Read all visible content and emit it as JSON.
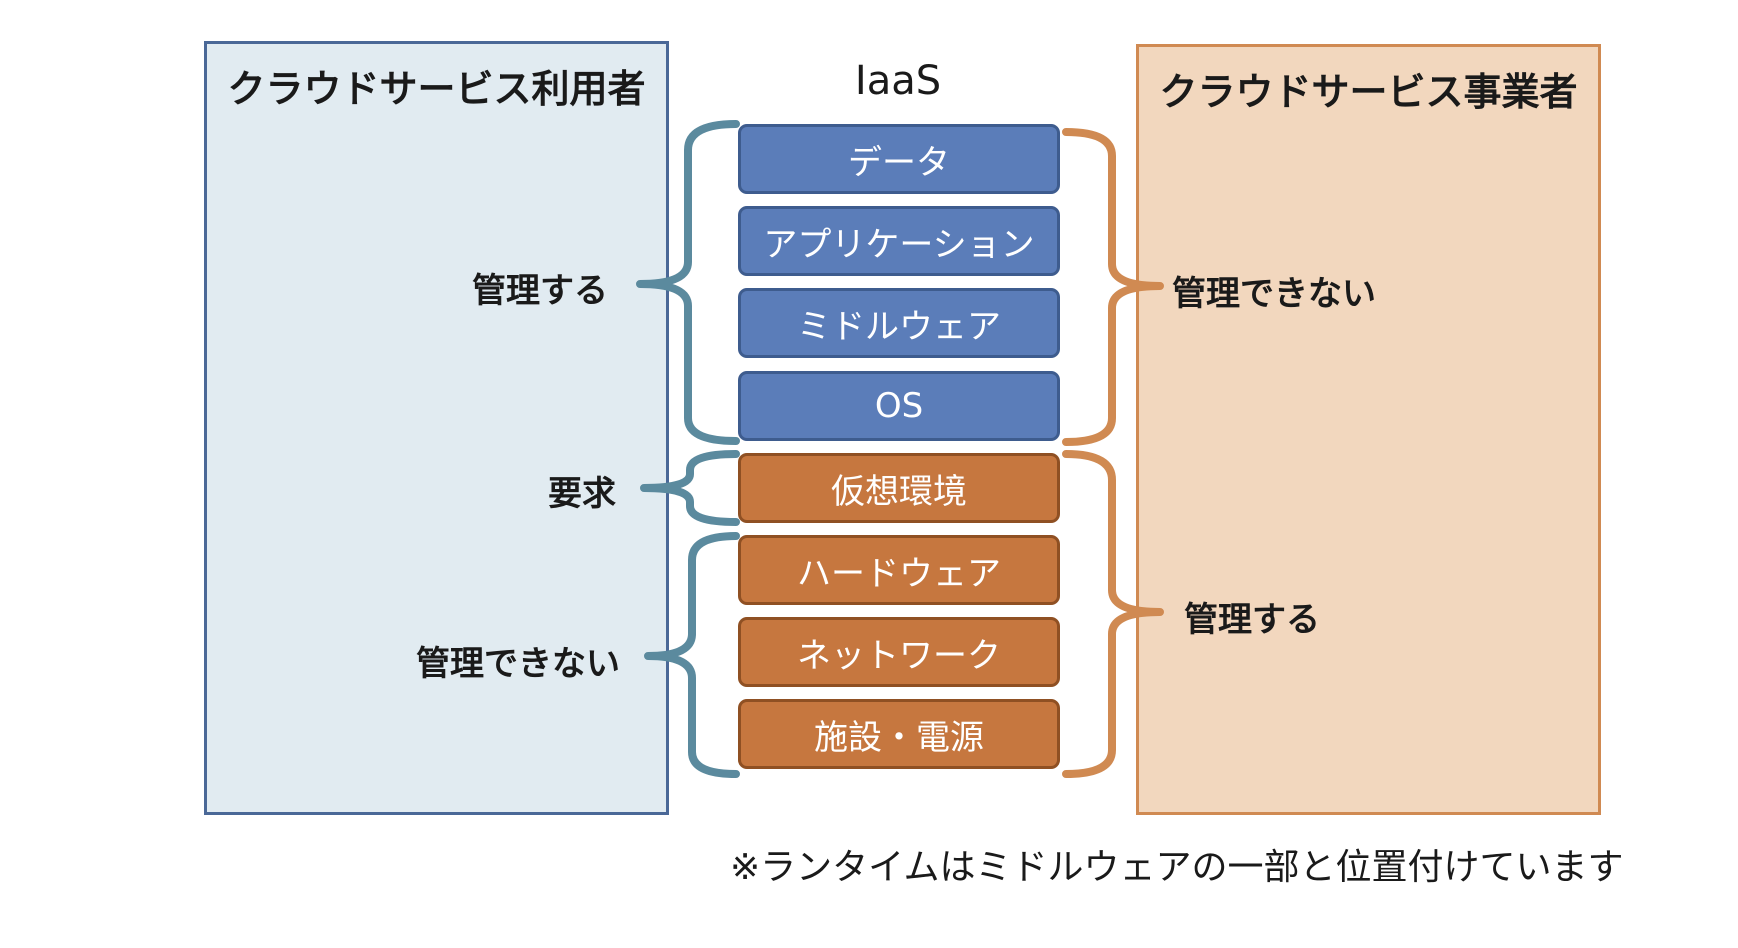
{
  "user_panel": {
    "title": "クラウドサービス利用者"
  },
  "provider_panel": {
    "title": "クラウドサービス事業者"
  },
  "stack": {
    "title": "IaaS",
    "layers": [
      {
        "label": "データ",
        "group": "user"
      },
      {
        "label": "アプリケーション",
        "group": "user"
      },
      {
        "label": "ミドルウェア",
        "group": "user"
      },
      {
        "label": "OS",
        "group": "user"
      },
      {
        "label": "仮想環境",
        "group": "provider"
      },
      {
        "label": "ハードウェア",
        "group": "provider"
      },
      {
        "label": "ネットワーク",
        "group": "provider"
      },
      {
        "label": "施設・電源",
        "group": "provider"
      }
    ]
  },
  "user_brackets": {
    "manage": "管理する",
    "request": "要求",
    "cannot_manage": "管理できない"
  },
  "provider_brackets": {
    "cannot_manage": "管理できない",
    "manage": "管理する"
  },
  "colors": {
    "user_blue": "#5b7db9",
    "provider_orange": "#c6773f",
    "user_bracket": "#5b8a9e",
    "provider_bracket": "#d08a52"
  },
  "footnote": "※ランタイムはミドルウェアの一部と位置付けています"
}
